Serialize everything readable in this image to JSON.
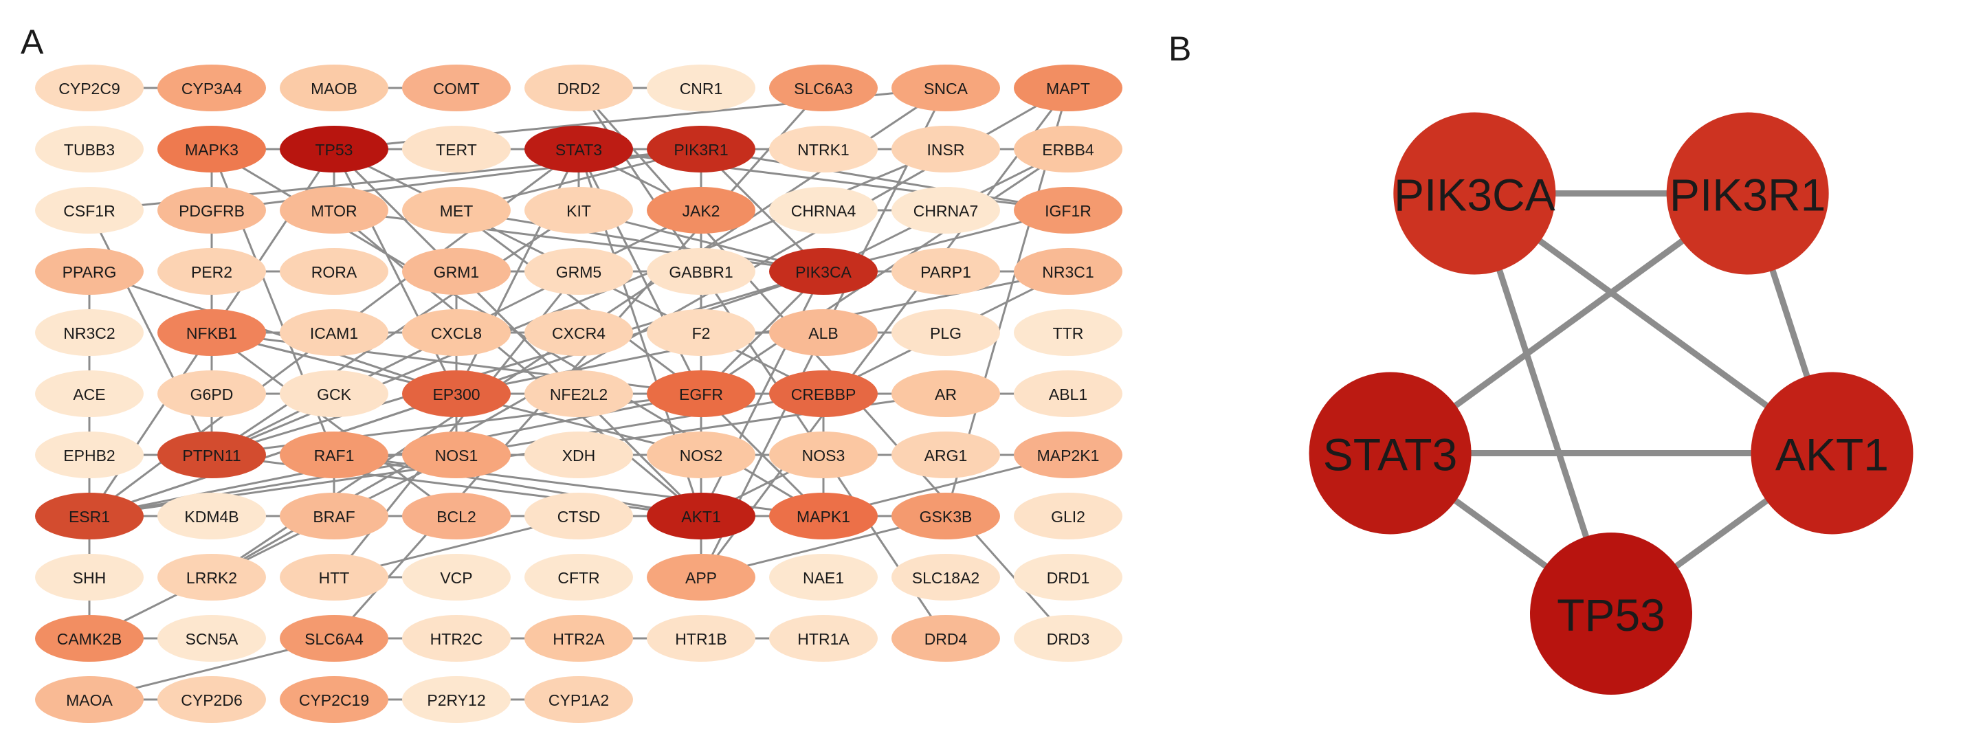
{
  "panels": [
    {
      "id": "A",
      "label": "A",
      "columns": 9,
      "rows": [
        [
          "CYP2C9",
          "CYP3A4",
          "MAOB",
          "COMT",
          "DRD2",
          "CNR1",
          "SLC6A3",
          "SNCA",
          "MAPT"
        ],
        [
          "TUBB3",
          "MAPK3",
          "TP53",
          "TERT",
          "STAT3",
          "PIK3R1",
          "NTRK1",
          "INSR",
          "ERBB4"
        ],
        [
          "CSF1R",
          "PDGFRB",
          "MTOR",
          "MET",
          "KIT",
          "JAK2",
          "CHRNA4",
          "CHRNA7",
          "IGF1R"
        ],
        [
          "PPARG",
          "PER2",
          "RORA",
          "GRM1",
          "GRM5",
          "GABBR1",
          "PIK3CA",
          "PARP1",
          "NR3C1"
        ],
        [
          "NR3C2",
          "NFKB1",
          "ICAM1",
          "CXCL8",
          "CXCR4",
          "F2",
          "ALB",
          "PLG",
          "TTR"
        ],
        [
          "ACE",
          "G6PD",
          "GCK",
          "EP300",
          "NFE2L2",
          "EGFR",
          "CREBBP",
          "AR",
          "ABL1"
        ],
        [
          "EPHB2",
          "PTPN11",
          "RAF1",
          "NOS1",
          "XDH",
          "NOS2",
          "NOS3",
          "ARG1",
          "MAP2K1"
        ],
        [
          "ESR1",
          "KDM4B",
          "BRAF",
          "BCL2",
          "CTSD",
          "AKT1",
          "MAPK1",
          "GSK3B",
          "GLI2"
        ],
        [
          "SHH",
          "LRRK2",
          "HTT",
          "VCP",
          "CFTR",
          "APP",
          "NAE1",
          "SLC18A2",
          "DRD1"
        ],
        [
          "CAMK2B",
          "SCN5A",
          "SLC6A4",
          "HTR2C",
          "HTR2A",
          "HTR1B",
          "HTR1A",
          "DRD4",
          "DRD3"
        ],
        [
          "MAOA",
          "CYP2D6",
          "CYP2C19",
          "P2RY12",
          "CYP1A2"
        ]
      ],
      "colors": [
        [
          "#fddbbe",
          "#f7a67c",
          "#fbcba7",
          "#f8b08a",
          "#fcd3b3",
          "#fde7cf",
          "#f49a6f",
          "#f7a67c",
          "#f28e62"
        ],
        [
          "#fde7cf",
          "#ee7a4f",
          "#b8150f",
          "#fde2c8",
          "#bd1c14",
          "#c62e1d",
          "#fddbbe",
          "#fcd3b3",
          "#fbc7a2"
        ],
        [
          "#fde7cf",
          "#f9ba94",
          "#f9ba94",
          "#fbc7a2",
          "#fcd3b3",
          "#f28e62",
          "#fde7cf",
          "#fde7cf",
          "#f49a6f"
        ],
        [
          "#f9ba94",
          "#fcd3b3",
          "#fcd3b3",
          "#f9ba94",
          "#fddbbe",
          "#fde2c8",
          "#c62e1d",
          "#fcd3b3",
          "#f9ba94"
        ],
        [
          "#fde7cf",
          "#f0835a",
          "#fcd3b3",
          "#fbc7a2",
          "#fcd3b3",
          "#fddbbe",
          "#f9ba94",
          "#fde2c8",
          "#fde7cf"
        ],
        [
          "#fde7cf",
          "#fcd3b3",
          "#fde2c8",
          "#e46440",
          "#fcd3b3",
          "#ea6d44",
          "#e66843",
          "#fbc7a2",
          "#fde2c8"
        ],
        [
          "#fde7cf",
          "#d34c2f",
          "#f49a6f",
          "#f7a67c",
          "#fde2c8",
          "#fbc7a2",
          "#fbc7a2",
          "#fcd3b3",
          "#f8b08a"
        ],
        [
          "#d34c2f",
          "#fde7cf",
          "#f9ba94",
          "#f8b08a",
          "#fde2c8",
          "#c02115",
          "#ec7048",
          "#f49a6f",
          "#fde2c8"
        ],
        [
          "#fde7cf",
          "#fcd3b3",
          "#fcd3b3",
          "#fde7cf",
          "#fde7cf",
          "#f7a67c",
          "#fde7cf",
          "#fde2c8",
          "#fde7cf"
        ],
        [
          "#f28e62",
          "#fde7cf",
          "#f49a6f",
          "#fde2c8",
          "#fbc7a2",
          "#fde2c8",
          "#fde2c8",
          "#f9ba94",
          "#fde7cf"
        ],
        [
          "#f9ba94",
          "#fcd3b3",
          "#f7a67c",
          "#fde7cf",
          "#fcd3b3"
        ]
      ],
      "edges": [
        [
          "TP53",
          "STAT3"
        ],
        [
          "TP53",
          "PIK3R1"
        ],
        [
          "TP53",
          "AKT1"
        ],
        [
          "TP53",
          "EP300"
        ],
        [
          "TP53",
          "CREBBP"
        ],
        [
          "TP53",
          "ESR1"
        ],
        [
          "TP53",
          "MAPK3"
        ],
        [
          "TP53",
          "MTOR"
        ],
        [
          "TP53",
          "TERT"
        ],
        [
          "TP53",
          "SNCA"
        ],
        [
          "STAT3",
          "PIK3R1"
        ],
        [
          "STAT3",
          "JAK2"
        ],
        [
          "STAT3",
          "EGFR"
        ],
        [
          "STAT3",
          "EP300"
        ],
        [
          "STAT3",
          "AKT1"
        ],
        [
          "STAT3",
          "ESR1"
        ],
        [
          "STAT3",
          "IGF1R"
        ],
        [
          "STAT3",
          "ERBB4"
        ],
        [
          "STAT3",
          "MAPK3"
        ],
        [
          "STAT3",
          "KIT"
        ],
        [
          "PIK3R1",
          "PIK3CA"
        ],
        [
          "PIK3R1",
          "AKT1"
        ],
        [
          "PIK3R1",
          "IGF1R"
        ],
        [
          "PIK3R1",
          "INSR"
        ],
        [
          "PIK3R1",
          "EGFR"
        ],
        [
          "PIK3R1",
          "PDGFRB"
        ],
        [
          "PIK3R1",
          "MET"
        ],
        [
          "PIK3R1",
          "ERBB4"
        ],
        [
          "PIK3R1",
          "NTRK1"
        ],
        [
          "PIK3R1",
          "CSF1R"
        ],
        [
          "PIK3CA",
          "AKT1"
        ],
        [
          "PIK3CA",
          "EGFR"
        ],
        [
          "PIK3CA",
          "MTOR"
        ],
        [
          "PIK3CA",
          "IGF1R"
        ],
        [
          "PIK3CA",
          "PTPN11"
        ],
        [
          "PIK3CA",
          "ESR1"
        ],
        [
          "PIK3CA",
          "MET"
        ],
        [
          "PIK3CA",
          "KIT"
        ],
        [
          "PIK3CA",
          "NR3C1"
        ],
        [
          "PIK3CA",
          "ERBB4"
        ],
        [
          "AKT1",
          "MAPK1"
        ],
        [
          "AKT1",
          "GSK3B"
        ],
        [
          "AKT1",
          "ESR1"
        ],
        [
          "AKT1",
          "MTOR"
        ],
        [
          "AKT1",
          "EGFR"
        ],
        [
          "AKT1",
          "BCL2"
        ],
        [
          "AKT1",
          "RAF1"
        ],
        [
          "AKT1",
          "NOS3"
        ],
        [
          "AKT1",
          "APP"
        ],
        [
          "AKT1",
          "PTPN11"
        ],
        [
          "MAPK1",
          "MAPK3"
        ],
        [
          "MAPK1",
          "RAF1"
        ],
        [
          "MAPK1",
          "MAP2K1"
        ],
        [
          "MAPK1",
          "GSK3B"
        ],
        [
          "MAPK1",
          "BRAF"
        ],
        [
          "MAPK1",
          "ESR1"
        ],
        [
          "MAPK1",
          "EGFR"
        ],
        [
          "MAPK1",
          "CREBBP"
        ],
        [
          "MAPK3",
          "PDGFRB"
        ],
        [
          "MAPK3",
          "RAF1"
        ],
        [
          "EGFR",
          "PTPN11"
        ],
        [
          "EGFR",
          "ERBB4"
        ],
        [
          "EGFR",
          "MET"
        ],
        [
          "EGFR",
          "CREBBP"
        ],
        [
          "EGFR",
          "ESR1"
        ],
        [
          "EGFR",
          "NFKB1"
        ],
        [
          "EGFR",
          "ABL1"
        ],
        [
          "EP300",
          "CREBBP"
        ],
        [
          "EP300",
          "NFKB1"
        ],
        [
          "EP300",
          "ESR1"
        ],
        [
          "EP300",
          "AR"
        ],
        [
          "EP300",
          "NR3C1"
        ],
        [
          "EP300",
          "PPARG"
        ],
        [
          "CREBBP",
          "AR"
        ],
        [
          "CREBBP",
          "NR3C1"
        ],
        [
          "CREBBP",
          "ESR1"
        ],
        [
          "PTPN11",
          "JAK2"
        ],
        [
          "PTPN11",
          "INSR"
        ],
        [
          "PTPN11",
          "KIT"
        ],
        [
          "PTPN11",
          "PDGFRB"
        ],
        [
          "PTPN11",
          "CSF1R"
        ],
        [
          "PTPN11",
          "EPHB2"
        ],
        [
          "ESR1",
          "NR3C2"
        ],
        [
          "ESR1",
          "AR"
        ],
        [
          "ESR1",
          "BCL2"
        ],
        [
          "ESR1",
          "PPARG"
        ],
        [
          "ESR1",
          "CAMK2B"
        ],
        [
          "RAF1",
          "BRAF"
        ],
        [
          "RAF1",
          "MAP2K1"
        ],
        [
          "NFKB1",
          "ICAM1"
        ],
        [
          "NFKB1",
          "CXCL8"
        ],
        [
          "NFKB1",
          "BCL2"
        ],
        [
          "NFKB1",
          "NOS2"
        ],
        [
          "NOS1",
          "NOS3"
        ],
        [
          "NOS1",
          "CAMK2B"
        ],
        [
          "NOS1",
          "GRM1"
        ],
        [
          "NOS2",
          "NOS3"
        ],
        [
          "NOS3",
          "ARG1"
        ],
        [
          "GSK3B",
          "MAPT"
        ],
        [
          "GSK3B",
          "APP"
        ],
        [
          "APP",
          "MAPT"
        ],
        [
          "APP",
          "SNCA"
        ],
        [
          "LRRK2",
          "SNCA"
        ],
        [
          "LRRK2",
          "MAPT"
        ],
        [
          "HTT",
          "VCP"
        ],
        [
          "HTT",
          "CTSD"
        ],
        [
          "HTT",
          "GRM5"
        ],
        [
          "SLC6A4",
          "HTR2A"
        ],
        [
          "SLC6A4",
          "HTR2C"
        ],
        [
          "SLC6A4",
          "SLC6A3"
        ],
        [
          "HTR2A",
          "HTR2C"
        ],
        [
          "HTR2A",
          "HTR1A"
        ],
        [
          "HTR1A",
          "HTR1B"
        ],
        [
          "DRD4",
          "DRD2"
        ],
        [
          "DRD3",
          "DRD2"
        ],
        [
          "CYP2C19",
          "CYP1A2"
        ],
        [
          "CYP2D6",
          "MAOA"
        ],
        [
          "MAOA",
          "SLC6A4"
        ],
        [
          "CYP3A4",
          "CYP2C9"
        ],
        [
          "COMT",
          "MAOB"
        ],
        [
          "SCN5A",
          "CAMK2B"
        ],
        [
          "KDM4B",
          "ESR1"
        ],
        [
          "G6PD",
          "GCK"
        ],
        [
          "PER2",
          "RORA"
        ],
        [
          "GRM1",
          "GABBR1"
        ],
        [
          "CXCR4",
          "CXCL8"
        ],
        [
          "F2",
          "ALB"
        ],
        [
          "ALB",
          "PLG"
        ],
        [
          "CHRNA4",
          "CHRNA7"
        ],
        [
          "CNR1",
          "DRD2"
        ]
      ]
    },
    {
      "id": "B",
      "label": "B",
      "nodes": [
        {
          "name": "PIK3CA",
          "color": "#cd3321"
        },
        {
          "name": "PIK3R1",
          "color": "#cd3321"
        },
        {
          "name": "AKT1",
          "color": "#c32117"
        },
        {
          "name": "TP53",
          "color": "#b8140f"
        },
        {
          "name": "STAT3",
          "color": "#bb1a12"
        }
      ],
      "edges": [
        [
          "PIK3CA",
          "PIK3R1"
        ],
        [
          "PIK3CA",
          "AKT1"
        ],
        [
          "PIK3CA",
          "TP53"
        ],
        [
          "PIK3R1",
          "STAT3"
        ],
        [
          "PIK3R1",
          "AKT1"
        ],
        [
          "STAT3",
          "AKT1"
        ],
        [
          "STAT3",
          "TP53"
        ],
        [
          "AKT1",
          "TP53"
        ]
      ]
    }
  ]
}
